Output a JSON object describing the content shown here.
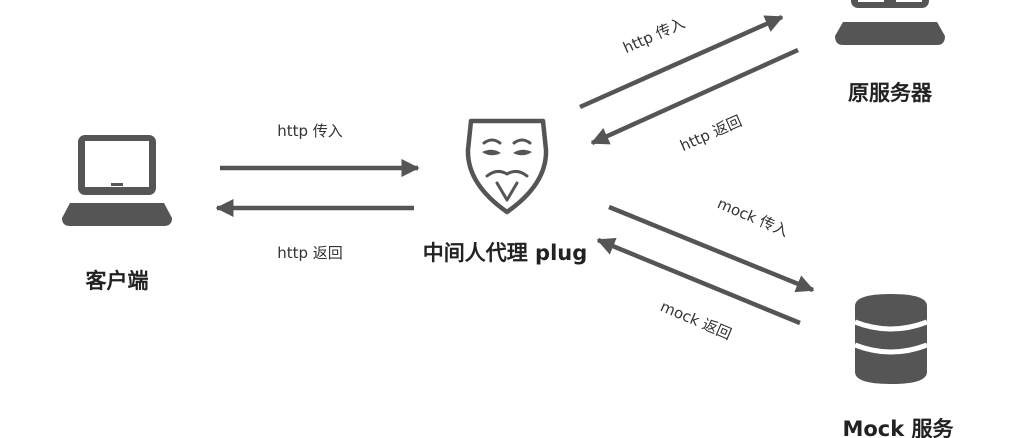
{
  "colors": {
    "ink": "#555555",
    "text": "#222222",
    "edge_text": "#333333",
    "background": "#ffffff"
  },
  "nodes": {
    "client": {
      "label": "客户端",
      "icon": "laptop-icon"
    },
    "proxy": {
      "label": "中间人代理 plug",
      "icon": "mask-icon"
    },
    "origin": {
      "label": "原服务器",
      "icon": "laptop-icon"
    },
    "mock": {
      "label": "Mock 服务",
      "icon": "database-icon"
    }
  },
  "edges": {
    "client_in": "http 传入",
    "client_out": "http 返回",
    "origin_in": "http 传入",
    "origin_out": "http 返回",
    "mock_in": "mock 传入",
    "mock_out": "mock 返回"
  }
}
